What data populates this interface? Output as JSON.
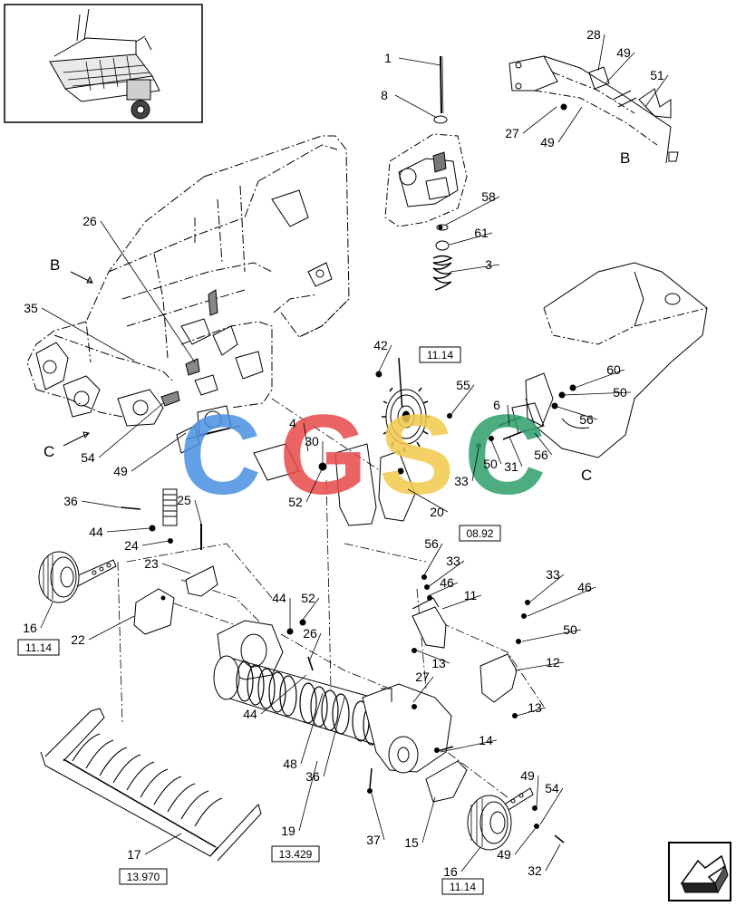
{
  "callouts": [
    {
      "id": "c1",
      "text": "1"
    },
    {
      "id": "c8",
      "text": "8"
    },
    {
      "id": "c58",
      "text": "58"
    },
    {
      "id": "c61",
      "text": "61"
    },
    {
      "id": "c3",
      "text": "3"
    },
    {
      "id": "c28",
      "text": "28"
    },
    {
      "id": "c49a",
      "text": "49"
    },
    {
      "id": "c51",
      "text": "51"
    },
    {
      "id": "c27a",
      "text": "27"
    },
    {
      "id": "c49b",
      "text": "49"
    },
    {
      "id": "c26a",
      "text": "26"
    },
    {
      "id": "c35",
      "text": "35"
    },
    {
      "id": "c42",
      "text": "42"
    },
    {
      "id": "c55",
      "text": "55"
    },
    {
      "id": "c60",
      "text": "60"
    },
    {
      "id": "c50a",
      "text": "50"
    },
    {
      "id": "c6",
      "text": "6"
    },
    {
      "id": "c56a",
      "text": "56"
    },
    {
      "id": "c56b",
      "text": "56"
    },
    {
      "id": "c33a",
      "text": "33"
    },
    {
      "id": "c50b",
      "text": "50"
    },
    {
      "id": "c31",
      "text": "31"
    },
    {
      "id": "c4",
      "text": "4"
    },
    {
      "id": "c30",
      "text": "30"
    },
    {
      "id": "c52a",
      "text": "52"
    },
    {
      "id": "c20",
      "text": "20"
    },
    {
      "id": "c54a",
      "text": "54"
    },
    {
      "id": "c49c",
      "text": "49"
    },
    {
      "id": "c36a",
      "text": "36"
    },
    {
      "id": "c44a",
      "text": "44"
    },
    {
      "id": "c24",
      "text": "24"
    },
    {
      "id": "c25",
      "text": "25"
    },
    {
      "id": "c23",
      "text": "23"
    },
    {
      "id": "c16a",
      "text": "16"
    },
    {
      "id": "c22",
      "text": "22"
    },
    {
      "id": "c44b",
      "text": "44"
    },
    {
      "id": "c52b",
      "text": "52"
    },
    {
      "id": "c26b",
      "text": "26"
    },
    {
      "id": "c44c",
      "text": "44"
    },
    {
      "id": "c48",
      "text": "48"
    },
    {
      "id": "c36b",
      "text": "36"
    },
    {
      "id": "c19",
      "text": "19"
    },
    {
      "id": "c17",
      "text": "17"
    },
    {
      "id": "c56c",
      "text": "56"
    },
    {
      "id": "c33b",
      "text": "33"
    },
    {
      "id": "c46a",
      "text": "46"
    },
    {
      "id": "c11",
      "text": "11"
    },
    {
      "id": "c13a",
      "text": "13"
    },
    {
      "id": "c27b",
      "text": "27"
    },
    {
      "id": "c14",
      "text": "14"
    },
    {
      "id": "c37",
      "text": "37"
    },
    {
      "id": "c15",
      "text": "15"
    },
    {
      "id": "c16b",
      "text": "16"
    },
    {
      "id": "c33c",
      "text": "33"
    },
    {
      "id": "c46b",
      "text": "46"
    },
    {
      "id": "c50c",
      "text": "50"
    },
    {
      "id": "c12",
      "text": "12"
    },
    {
      "id": "c13b",
      "text": "13"
    },
    {
      "id": "c49d",
      "text": "49"
    },
    {
      "id": "c54b",
      "text": "54"
    },
    {
      "id": "c49e",
      "text": "49"
    },
    {
      "id": "c32",
      "text": "32"
    }
  ],
  "refs": [
    {
      "id": "r1114a",
      "text": "11.14"
    },
    {
      "id": "r892",
      "text": "08.92"
    },
    {
      "id": "r1114b",
      "text": "11.14"
    },
    {
      "id": "r13429",
      "text": "13.429"
    },
    {
      "id": "r13970",
      "text": "13.970"
    },
    {
      "id": "r1114c",
      "text": "11.14"
    }
  ],
  "view_letters": {
    "b_main": "B",
    "b_detail": "B",
    "c_main": "C",
    "c_detail": "C"
  },
  "watermark": {
    "letters": [
      "C",
      "G",
      "S",
      "C"
    ],
    "colors": [
      "#4a90e2",
      "#e84a4a",
      "#f2c94c",
      "#2e9e6a"
    ]
  },
  "nav_icon": "arrow-return-icon"
}
